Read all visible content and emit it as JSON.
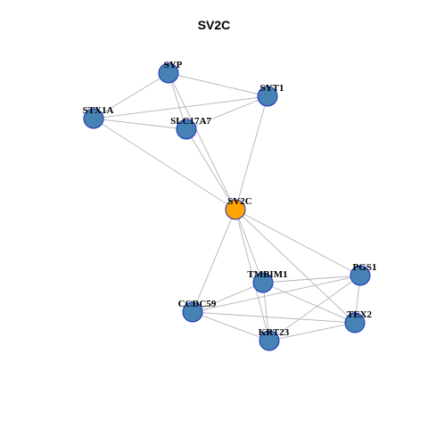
{
  "title": "SV2C",
  "colors": {
    "node_default": "#4682b4",
    "node_focus": "#ffa500",
    "node_border": "#1a2fbf",
    "edge": "#b3b3b3"
  },
  "nodes": [
    {
      "id": "SYP",
      "label": "SYP",
      "focus": false
    },
    {
      "id": "SYT1",
      "label": "SYT1",
      "focus": false
    },
    {
      "id": "STX1A",
      "label": "STX1A",
      "focus": false
    },
    {
      "id": "SLC17A7",
      "label": "SLC17A7",
      "focus": false
    },
    {
      "id": "SV2C",
      "label": "SV2C",
      "focus": true
    },
    {
      "id": "PGS1",
      "label": "PGS1",
      "focus": false
    },
    {
      "id": "TMBIM1",
      "label": "TMBIM1",
      "focus": false
    },
    {
      "id": "CCDC59",
      "label": "CCDC59",
      "focus": false
    },
    {
      "id": "TEX2",
      "label": "TEX2",
      "focus": false
    },
    {
      "id": "KRT23",
      "label": "KRT23",
      "focus": false
    }
  ],
  "edges": [
    [
      "SYP",
      "SYT1"
    ],
    [
      "SYP",
      "STX1A"
    ],
    [
      "SYP",
      "SLC17A7"
    ],
    [
      "SYP",
      "SV2C"
    ],
    [
      "STX1A",
      "SYT1"
    ],
    [
      "STX1A",
      "SLC17A7"
    ],
    [
      "STX1A",
      "SV2C"
    ],
    [
      "SLC17A7",
      "SYT1"
    ],
    [
      "SLC17A7",
      "SV2C"
    ],
    [
      "SYT1",
      "SV2C"
    ],
    [
      "SV2C",
      "TMBIM1"
    ],
    [
      "SV2C",
      "PGS1"
    ],
    [
      "SV2C",
      "CCDC59"
    ],
    [
      "SV2C",
      "TEX2"
    ],
    [
      "SV2C",
      "KRT23"
    ],
    [
      "TMBIM1",
      "PGS1"
    ],
    [
      "TMBIM1",
      "CCDC59"
    ],
    [
      "TMBIM1",
      "TEX2"
    ],
    [
      "TMBIM1",
      "KRT23"
    ],
    [
      "PGS1",
      "CCDC59"
    ],
    [
      "PGS1",
      "TEX2"
    ],
    [
      "PGS1",
      "KRT23"
    ],
    [
      "CCDC59",
      "TEX2"
    ],
    [
      "CCDC59",
      "KRT23"
    ],
    [
      "TEX2",
      "KRT23"
    ]
  ]
}
